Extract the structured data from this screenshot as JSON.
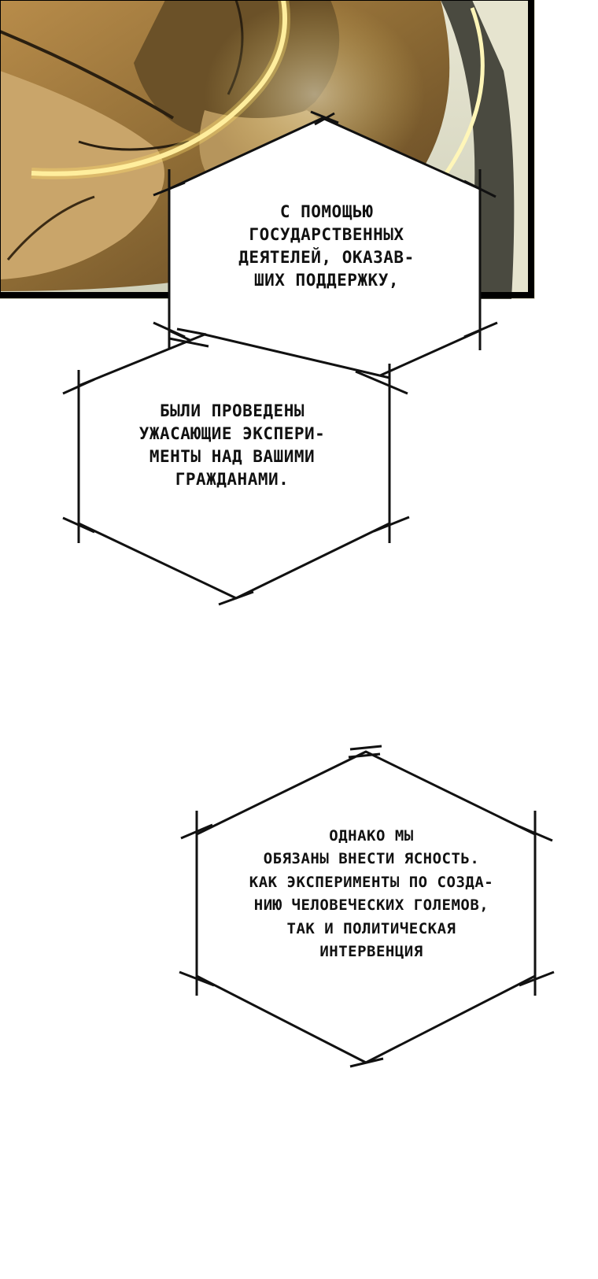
{
  "panel": {
    "description_icon": "manga-art-panel"
  },
  "bubbles": [
    {
      "lines": [
        "С ПОМОЩЬЮ",
        "ГОСУДАРСТВЕННЫХ",
        "ДЕЯТЕЛЕЙ, ОКАЗАВ-",
        "ШИХ ПОДДЕРЖКУ,"
      ]
    },
    {
      "lines": [
        "БЫЛИ ПРОВЕДЕНЫ",
        "УЖАСАЮЩИЕ ЭКСПЕРИ-",
        "МЕНТЫ НАД ВАШИМИ",
        "ГРАЖДАНАМИ."
      ]
    },
    {
      "lines": [
        "ОДНАКО МЫ",
        "ОБЯЗАНЫ ВНЕСТИ ЯСНОСТЬ.",
        "КАК ЭКСПЕРИМЕНТЫ ПО СОЗДА-",
        "НИЮ ЧЕЛОВЕЧЕСКИХ ГОЛЕМОВ,",
        "ТАК И ПОЛИТИЧЕСКАЯ",
        "ИНТЕРВЕНЦИЯ"
      ]
    }
  ],
  "colors": {
    "panel_border": "#000000",
    "skin_dark": "#7a5a2a",
    "skin_light": "#d9b779",
    "glow": "#fff3a8",
    "background_right": "#dfe0cc"
  }
}
